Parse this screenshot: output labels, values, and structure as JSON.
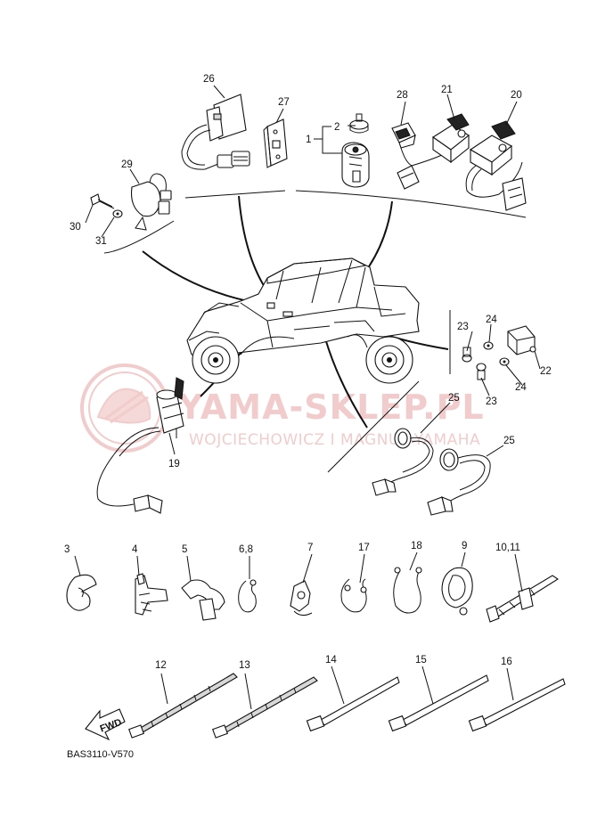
{
  "watermark": {
    "main": "YAMA-SKLEP.PL",
    "sub": "WOJCIECHOWICZ I MAGNUS-YAMAHA"
  },
  "diagram_code": "BAS3110-V570",
  "direction_arrow": "FWD",
  "callouts": {
    "p1": "1",
    "p2": "2",
    "p3": "3",
    "p4": "4",
    "p5": "5",
    "p6_8": "6,8",
    "p7": "7",
    "p9": "9",
    "p10_11": "10,11",
    "p12": "12",
    "p13": "13",
    "p14": "14",
    "p15": "15",
    "p16": "16",
    "p17": "17",
    "p18": "18",
    "p19": "19",
    "p20": "20",
    "p21": "21",
    "p22": "22",
    "p23a": "23",
    "p23b": "23",
    "p24a": "24",
    "p24b": "24",
    "p25a": "25",
    "p25b": "25",
    "p26": "26",
    "p27": "27",
    "p28": "28",
    "p29": "29",
    "p30": "30",
    "p31": "31"
  }
}
